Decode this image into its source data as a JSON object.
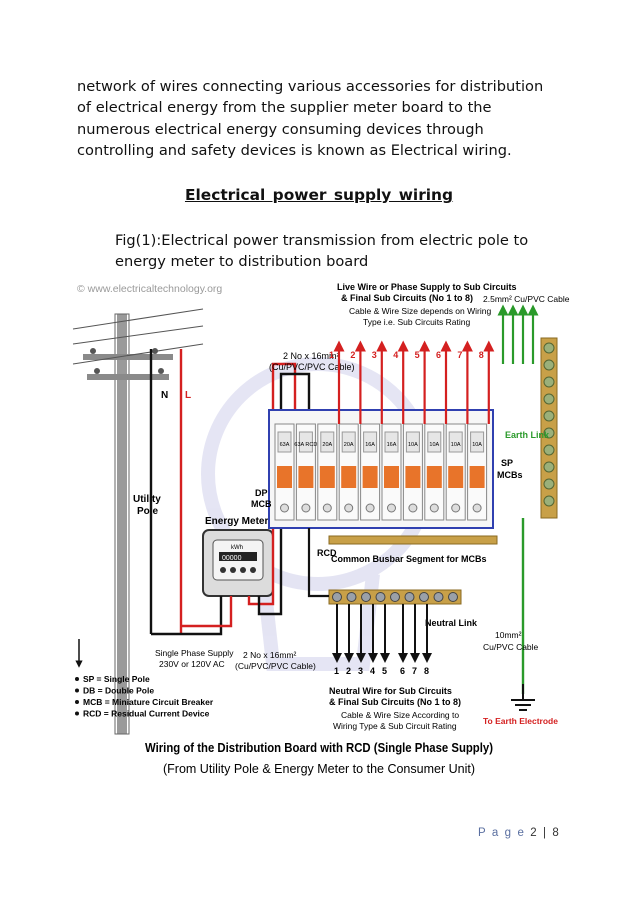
{
  "paragraph": {
    "lines": [
      "network of wires connecting various accessories for distribution",
      "of electrical energy from the supplier meter board to the",
      "numerous electrical energy consuming devices through",
      "controlling and safety devices is known as Electrical wiring."
    ]
  },
  "heading": "Electrical power supply wiring",
  "figure_caption": {
    "lines": [
      "Fig(1):Electrical power transmission from electric pole to",
      "energy meter to distribution board"
    ]
  },
  "diagram": {
    "watermark": "© www.electricaltechnology.org",
    "live_title_1": "Live Wire or Phase Supply to Sub Circuits",
    "live_title_2": "& Final Sub Circuits (No 1 to 8)",
    "live_sub_1": "Cable & Wire Size depends on Wiring",
    "live_sub_2": "Type i.e. Sub Circuits Rating",
    "cable_top": "2.5mm² Cu/PVC Cable",
    "cable_2x16_1": "2 No x 16mm²",
    "cable_2x16_2": "(Cu/PVC/PVC Cable)",
    "live_numbers": [
      "1",
      "2",
      "3",
      "4",
      "5",
      "6",
      "7",
      "8"
    ],
    "n_label": "N",
    "l_label": "L",
    "earth_link": "Earth Link",
    "breaker_ratings": [
      "63A",
      "63A RCD",
      "20A",
      "20A",
      "16A",
      "16A",
      "10A",
      "10A",
      "10A",
      "10A"
    ],
    "dp_mcb_1": "DP",
    "dp_mcb_2": "MCB",
    "sp_mcbs_1": "SP",
    "sp_mcbs_2": "MCBs",
    "utility_1": "Utility",
    "utility_2": "Pole",
    "energy_meter": "Energy Meter",
    "meter_kwh": "kWh",
    "meter_digits": "00000",
    "rcd": "RCD",
    "busbar": "Common Busbar Segment for MCBs",
    "neutral_link": "Neutral Link",
    "cable_10_1": "10mm²",
    "cable_10_2": "Cu/PVC Cable",
    "single_phase_1": "Single Phase Supply",
    "single_phase_2": "230V or 120V AC",
    "cable_2x16b_1": "2 No x 16mm²",
    "cable_2x16b_2": "(Cu/PVC/PVC Cable)",
    "neutral_numbers": [
      "1",
      "2",
      "3",
      "4",
      "5",
      "6",
      "7",
      "8"
    ],
    "neutral_title_1": "Neutral Wire for Sub Circuits",
    "neutral_title_2": "& Final Sub Circuits (No 1 to 8)",
    "neutral_sub_1": "Cable & Wire Size According to",
    "neutral_sub_2": "Wiring Type & Sub Circuit Rating",
    "earth_electrode": "To Earth Electrode",
    "legend": [
      "SP = Single Pole",
      "DB = Double Pole",
      "MCB = Miniature Circuit Breaker",
      "RCD = Residual Current Device"
    ],
    "main_title": "Wiring of the Distribution Board with RCD (Single Phase Supply)",
    "sub_title": "(From Utility Pole & Energy Meter to the Consumer Unit)"
  },
  "footer": {
    "page_word": "P a g e",
    "page_current": "2",
    "page_total": "8"
  },
  "colors": {
    "live": "#d42020",
    "neutral": "#111111",
    "earth": "#2a9a2a",
    "busbar": "#c8a048",
    "board_outline": "#3040b0",
    "page_number": "#5a6fa0"
  }
}
